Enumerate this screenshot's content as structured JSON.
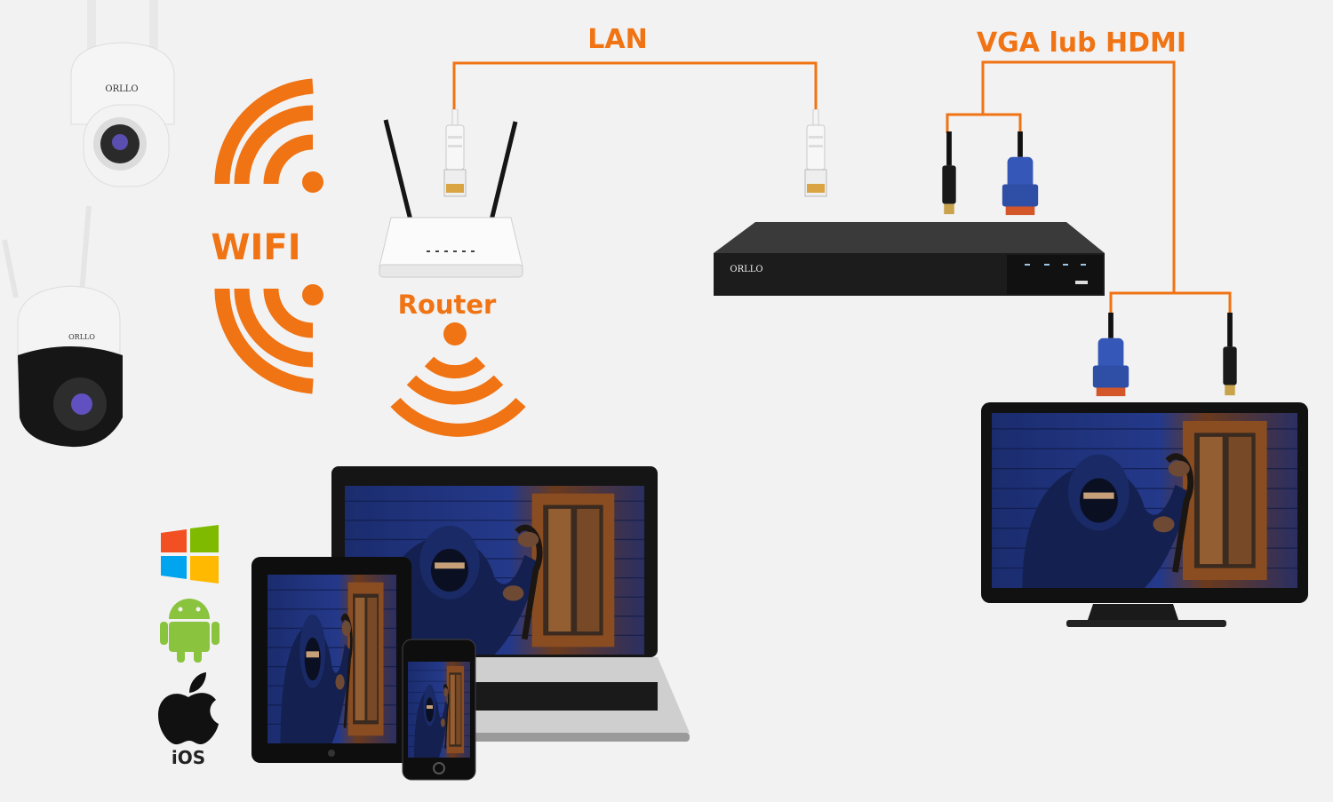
{
  "labels": {
    "lan": "LAN",
    "vga_hdmi": "VGA lub HDMI",
    "wifi": "WIFI",
    "router": "Router",
    "ios": "iOS"
  },
  "brand_logo": "ORLLO",
  "colors": {
    "accent": "#f07314",
    "background": "#f2f2f2",
    "device_dark": "#1e1e1e",
    "vga_blue": "#3558b8"
  },
  "icons": [
    "windows-logo-icon",
    "android-logo-icon",
    "apple-logo-icon",
    "wifi-icon"
  ]
}
